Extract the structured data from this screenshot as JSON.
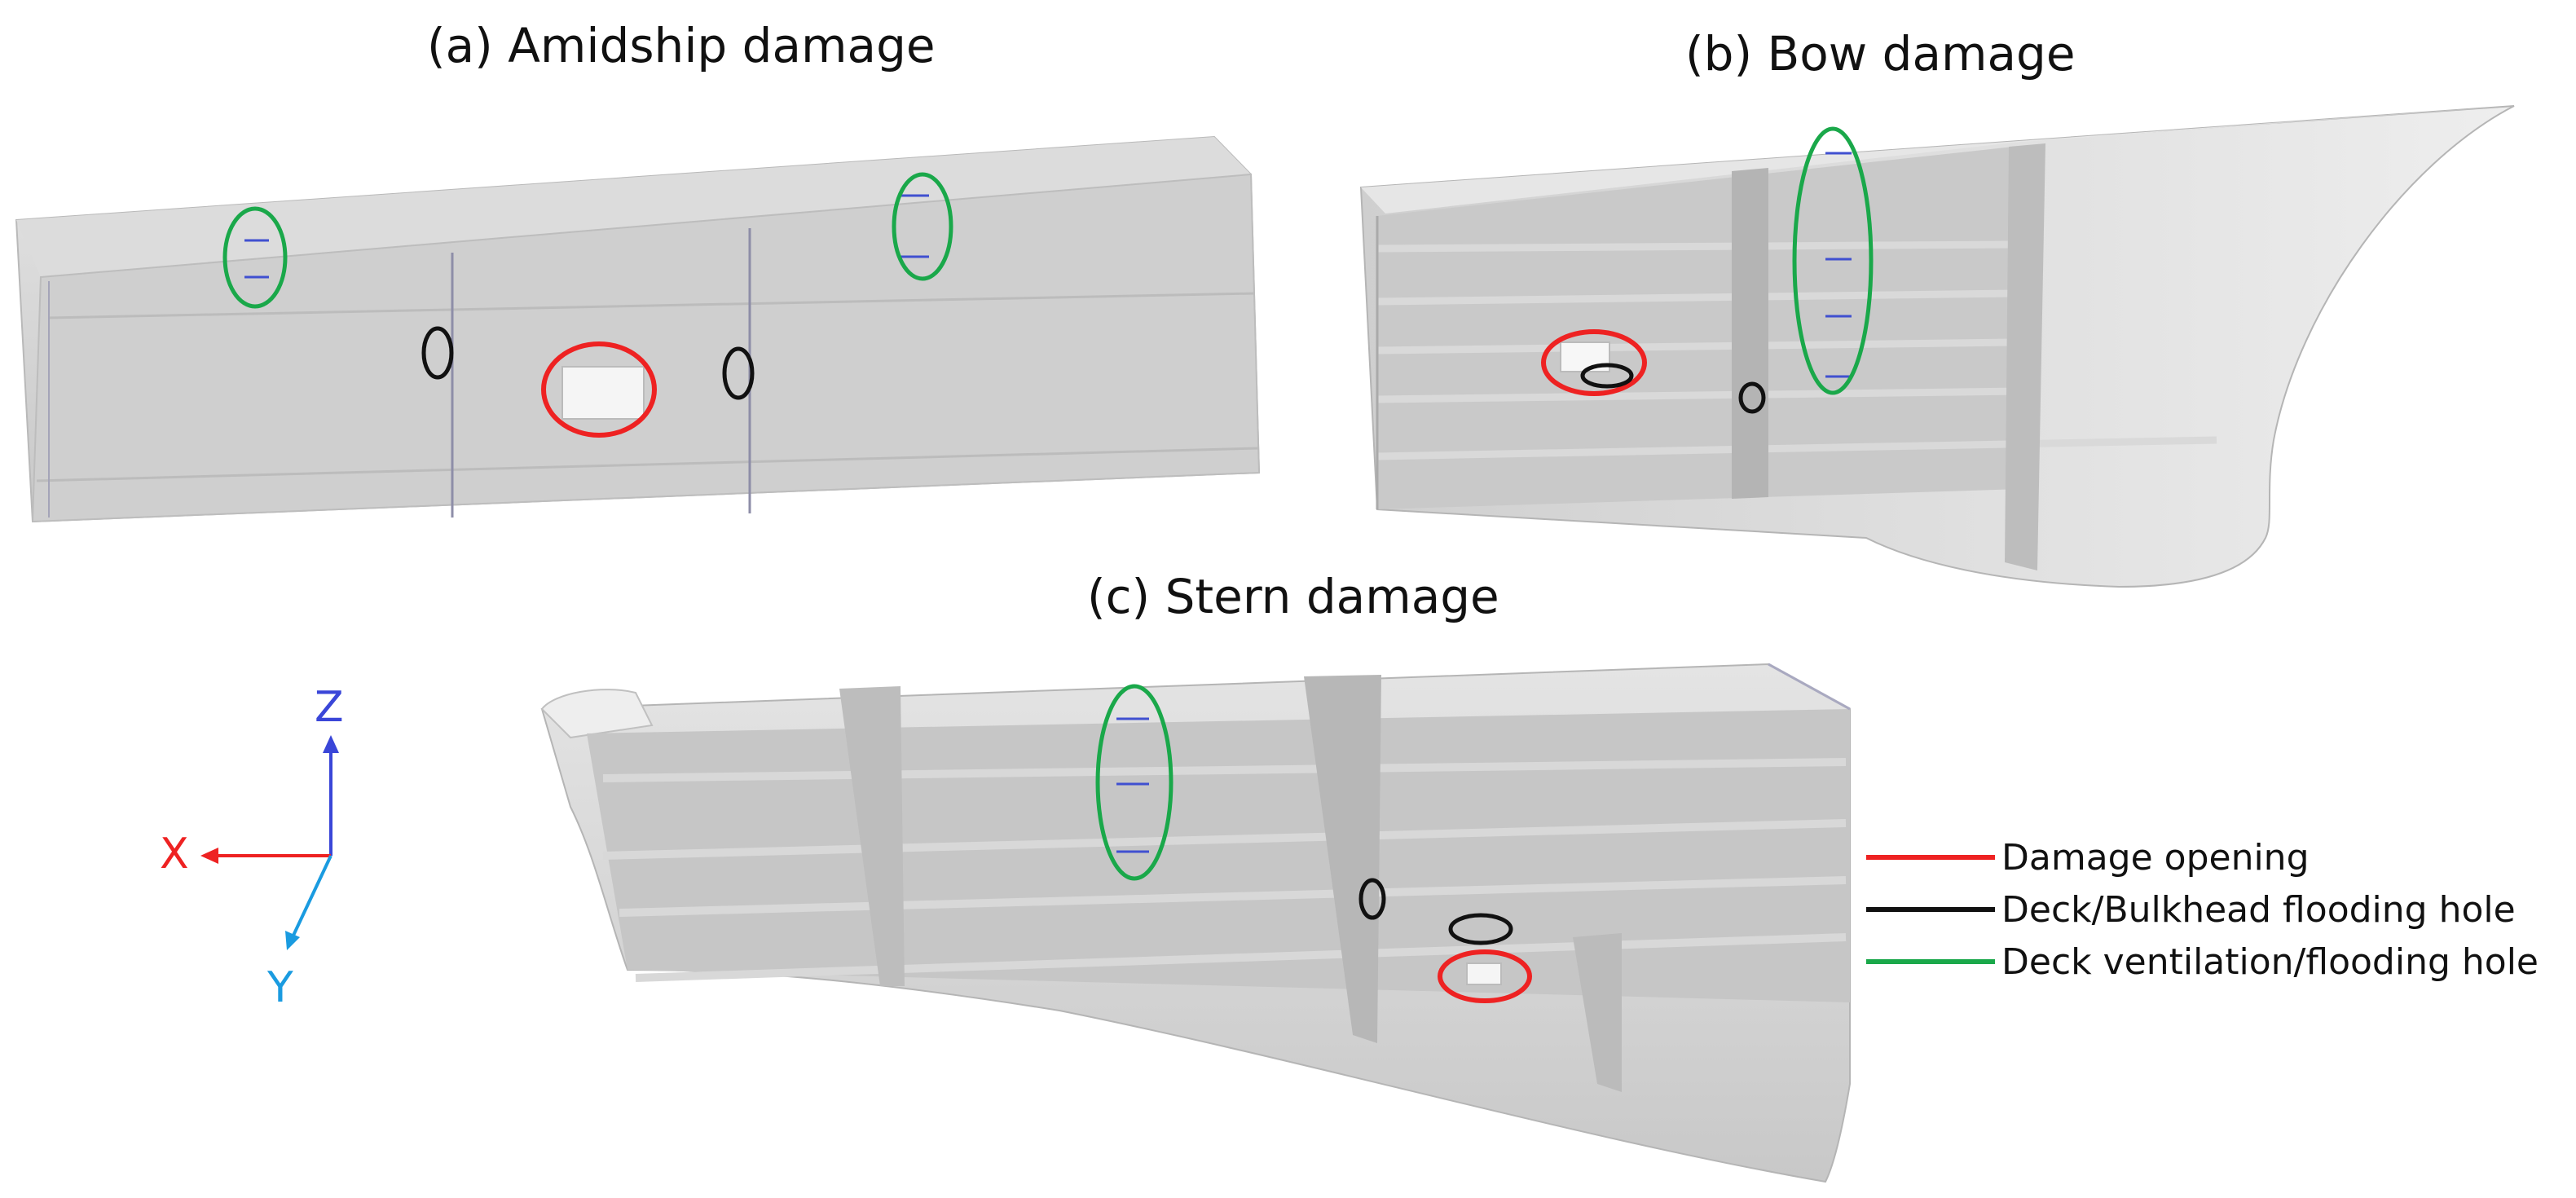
{
  "panels": {
    "amidship": {
      "title": "(a) Amidship damage"
    },
    "bow": {
      "title": "(b) Bow damage"
    },
    "stern": {
      "title": "(c) Stern damage"
    }
  },
  "axes": {
    "x": "X",
    "y": "Y",
    "z": "Z"
  },
  "legend": [
    {
      "label": "Damage opening",
      "color": "#ee2222"
    },
    {
      "label": "Deck/Bulkhead flooding hole",
      "color": "#111111"
    },
    {
      "label": "Deck ventilation/flooding hole",
      "color": "#1aa84a"
    }
  ],
  "colors": {
    "damage_opening": "#ee2222",
    "bulkhead_hole": "#111111",
    "ventilation_hole": "#1aa84a",
    "axis_x": "#ee2222",
    "axis_y": "#1a9be0",
    "axis_z": "#3a46d8",
    "hull": "#cfcfcf"
  }
}
